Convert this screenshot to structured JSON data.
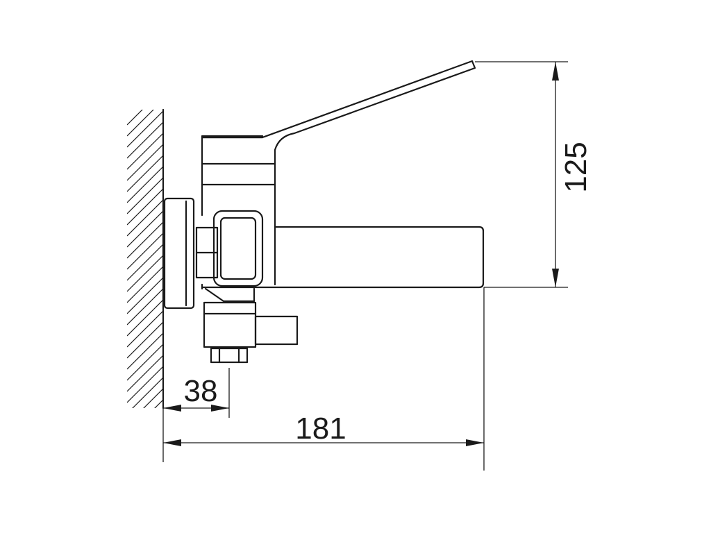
{
  "dimensions": {
    "height_label": "125",
    "wall_offset_label": "38",
    "projection_label": "181"
  }
}
